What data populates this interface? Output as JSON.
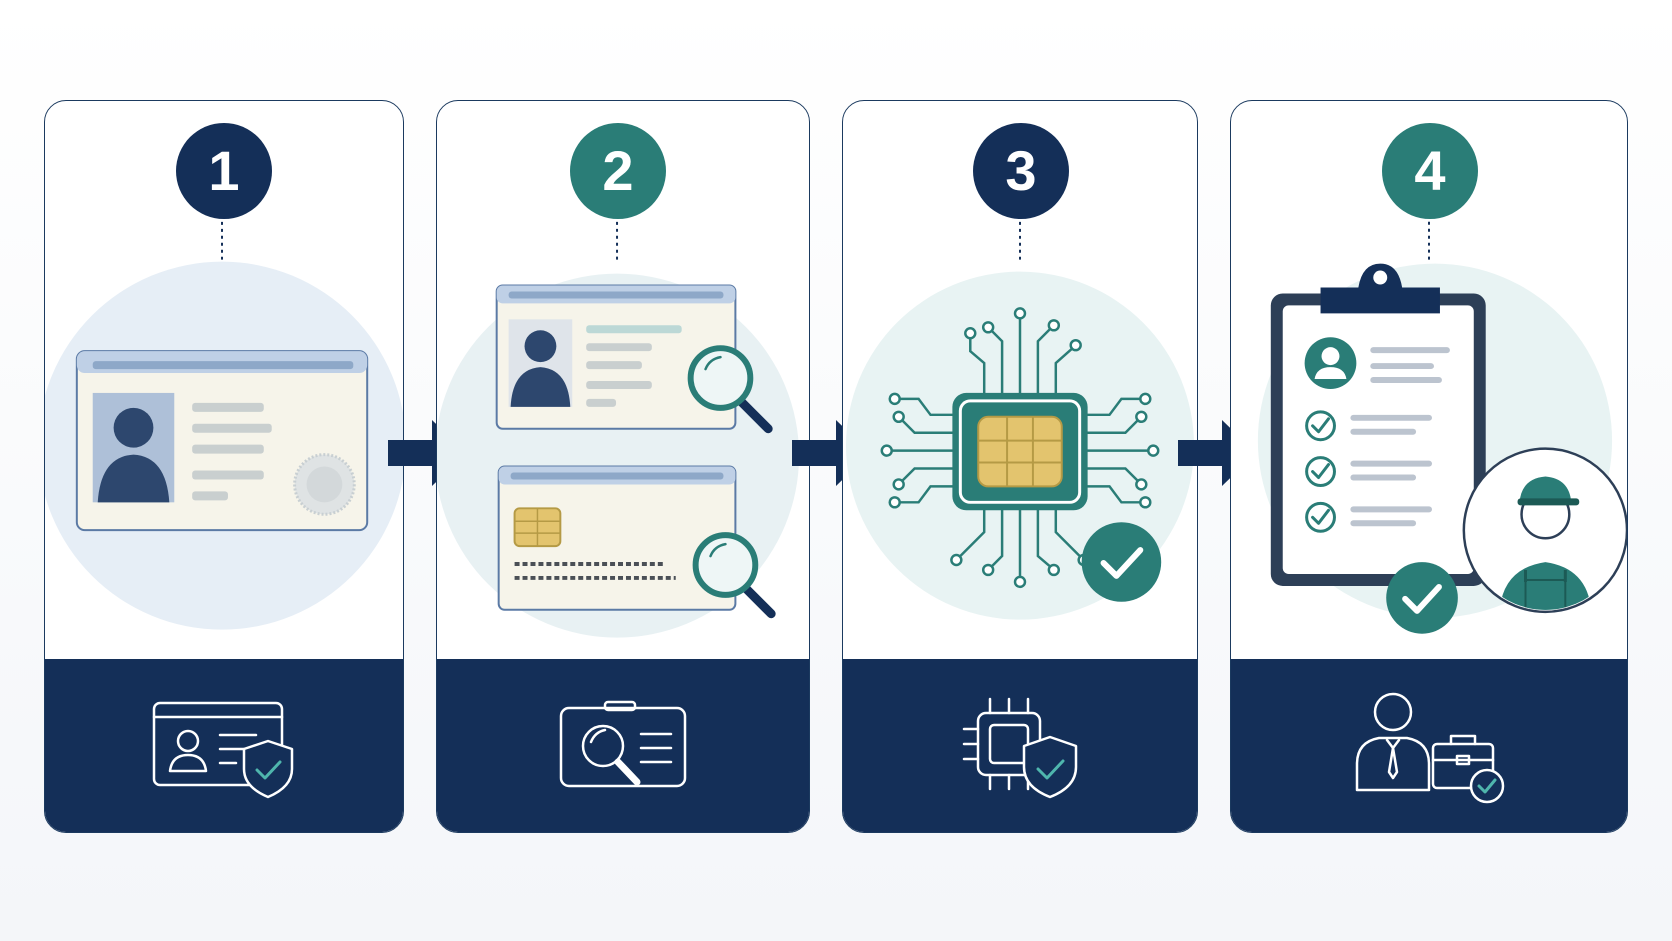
{
  "steps": [
    {
      "number": "1",
      "badge_color": "#142f58",
      "illustration": "id-card",
      "footer_icon": "id-card-shield-icon"
    },
    {
      "number": "2",
      "badge_color": "#2a7d77",
      "illustration": "id-card-front-back-inspection",
      "footer_icon": "id-card-magnifier-icon"
    },
    {
      "number": "3",
      "badge_color": "#142f58",
      "illustration": "smart-chip-verified",
      "footer_icon": "chip-shield-icon"
    },
    {
      "number": "4",
      "badge_color": "#2a7d77",
      "illustration": "checklist-worker-approved",
      "footer_icon": "worker-briefcase-check-icon"
    }
  ],
  "colors": {
    "navy": "#142f58",
    "teal": "#2a7d77",
    "chip_gold": "#e3c46e",
    "circle_bg": "#e9f0f6"
  }
}
